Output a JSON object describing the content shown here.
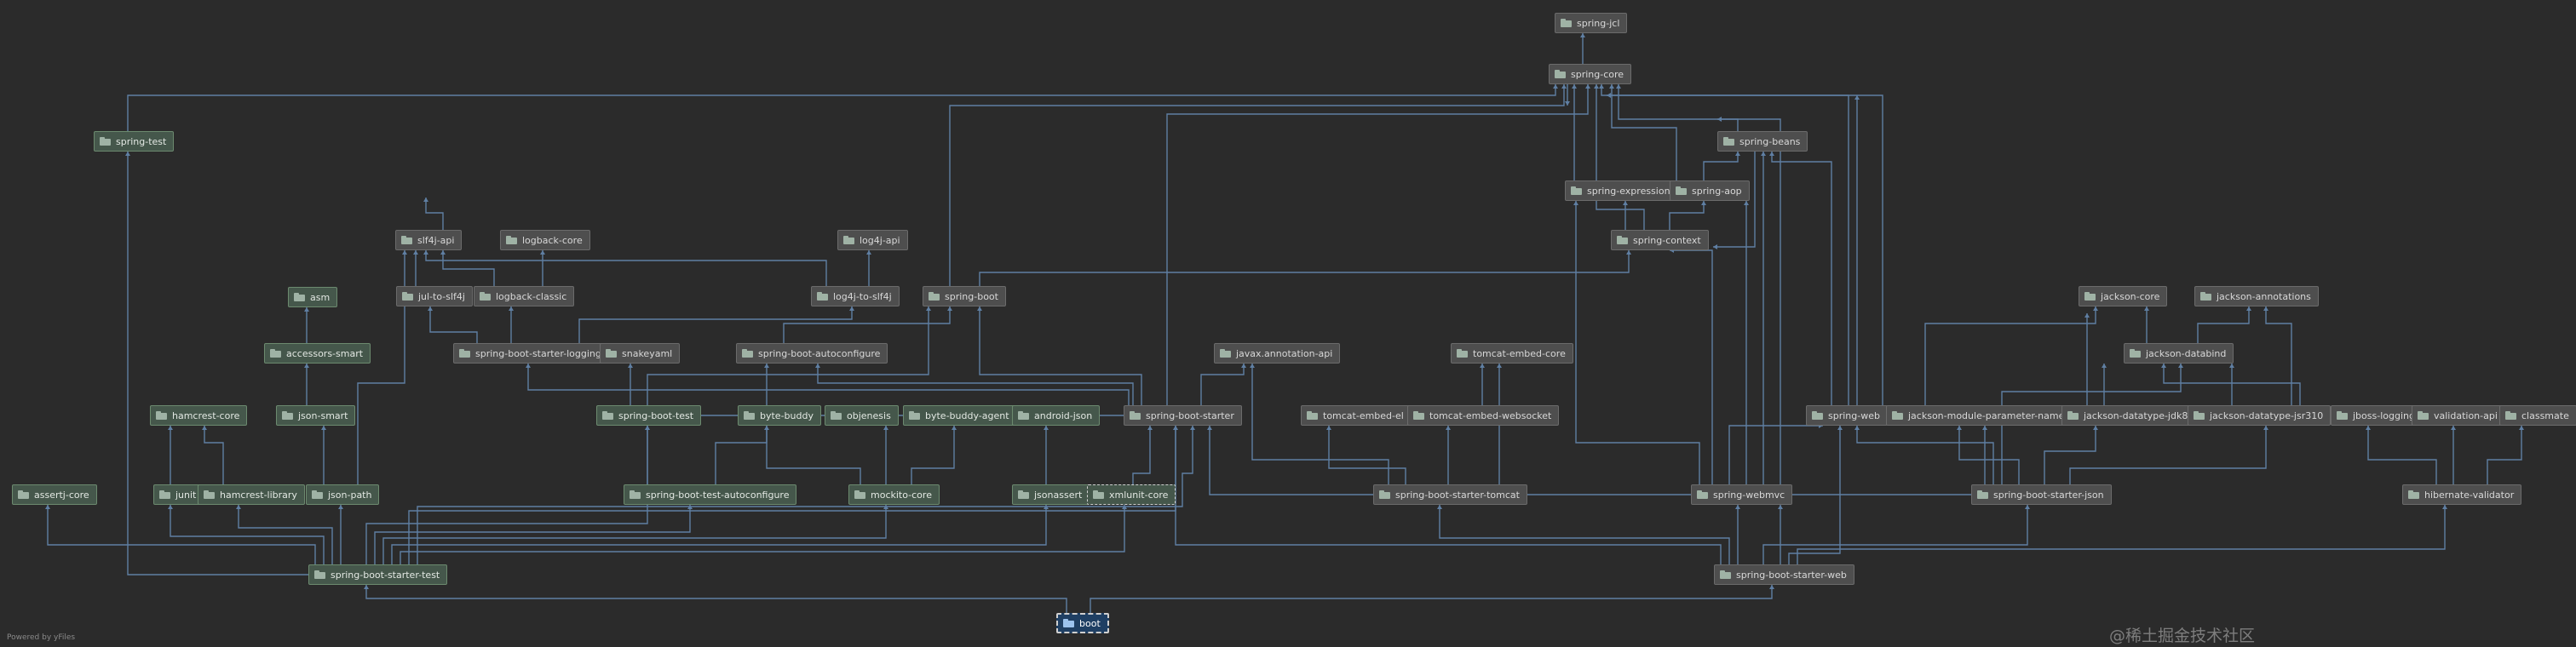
{
  "nodes": {
    "spring_jcl": "spring-jcl",
    "spring_core": "spring-core",
    "spring_test": "spring-test",
    "spring_beans": "spring-beans",
    "spring_expression": "spring-expression",
    "spring_aop": "spring-aop",
    "spring_context": "spring-context",
    "slf4j_api": "slf4j-api",
    "logback_core": "logback-core",
    "log4j_api": "log4j-api",
    "jul_to_slf4j": "jul-to-slf4j",
    "logback_classic": "logback-classic",
    "log4j_to_slf4j": "log4j-to-slf4j",
    "spring_boot": "spring-boot",
    "asm": "asm",
    "accessors_smart": "accessors-smart",
    "spring_boot_starter_logging": "spring-boot-starter-logging",
    "snakeyaml": "snakeyaml",
    "spring_boot_autoconfigure": "spring-boot-autoconfigure",
    "javax_annotation_api": "javax.annotation-api",
    "tomcat_embed_core": "tomcat-embed-core",
    "jackson_core": "jackson-core",
    "jackson_annotations": "jackson-annotations",
    "jackson_databind": "jackson-databind",
    "hamcrest_core": "hamcrest-core",
    "json_smart": "json-smart",
    "spring_boot_test": "spring-boot-test",
    "byte_buddy": "byte-buddy",
    "objenesis": "objenesis",
    "byte_buddy_agent": "byte-buddy-agent",
    "android_json": "android-json",
    "spring_boot_starter": "spring-boot-starter",
    "tomcat_embed_el": "tomcat-embed-el",
    "tomcat_embed_websocket": "tomcat-embed-websocket",
    "spring_web": "spring-web",
    "jackson_module_parameter_names": "jackson-module-parameter-names",
    "jackson_datatype_jdk8": "jackson-datatype-jdk8",
    "jackson_datatype_jsr310": "jackson-datatype-jsr310",
    "jboss_logging": "jboss-logging",
    "validation_api": "validation-api",
    "classmate": "classmate",
    "assertj_core": "assertj-core",
    "junit": "junit",
    "hamcrest_library": "hamcrest-library",
    "json_path": "json-path",
    "spring_boot_test_autoconfigure": "spring-boot-test-autoconfigure",
    "mockito_core": "mockito-core",
    "jsonassert": "jsonassert",
    "xmlunit_core": "xmlunit-core",
    "spring_boot_starter_tomcat": "spring-boot-starter-tomcat",
    "spring_webmvc": "spring-webmvc",
    "spring_boot_starter_json": "spring-boot-starter-json",
    "hibernate_validator": "hibernate-validator",
    "spring_boot_starter_test": "spring-boot-starter-test",
    "spring_boot_starter_web": "spring-boot-starter-web",
    "boot": "boot"
  },
  "icon": "folder-icon",
  "footer": "Powered by yFiles",
  "watermark": "@稀土掘金技术社区",
  "colors": {
    "background": "#2b2b2b",
    "edge": "#5f7fa3",
    "node": "#4e4e4e",
    "test_node": "#45574b",
    "root_node": "#1f3f63"
  }
}
